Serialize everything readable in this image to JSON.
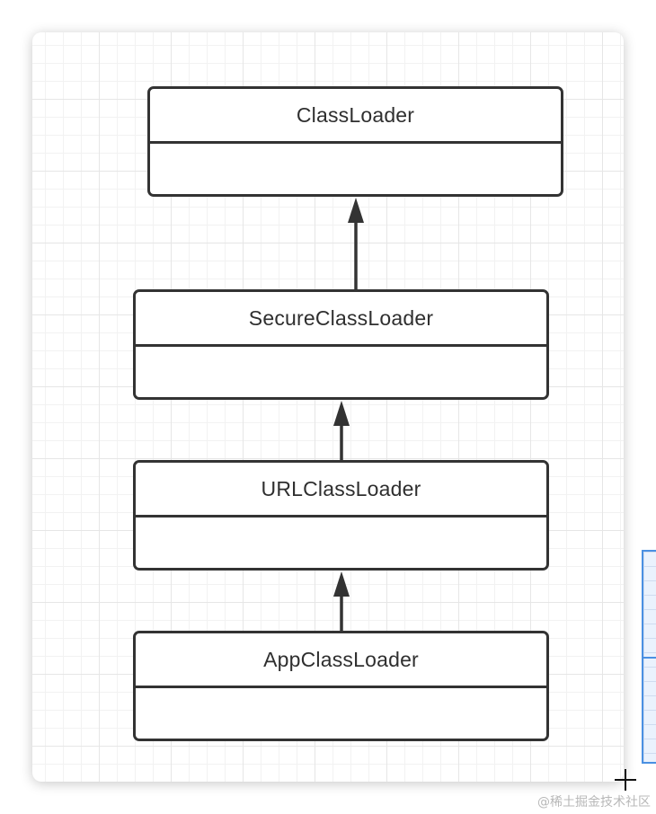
{
  "diagram": {
    "classes": [
      {
        "id": "classloader",
        "name": "ClassLoader"
      },
      {
        "id": "secure",
        "name": "SecureClassLoader"
      },
      {
        "id": "url",
        "name": "URLClassLoader"
      },
      {
        "id": "app",
        "name": "AppClassLoader"
      }
    ],
    "inheritance": [
      {
        "child": "SecureClassLoader",
        "parent": "ClassLoader"
      },
      {
        "child": "URLClassLoader",
        "parent": "SecureClassLoader"
      },
      {
        "child": "AppClassLoader",
        "parent": "URLClassLoader"
      }
    ],
    "colors": {
      "stroke": "#333333",
      "grid": "#e6e6e6",
      "selection": "#4a90e2"
    }
  },
  "watermark": "@稀土掘金技术社区"
}
